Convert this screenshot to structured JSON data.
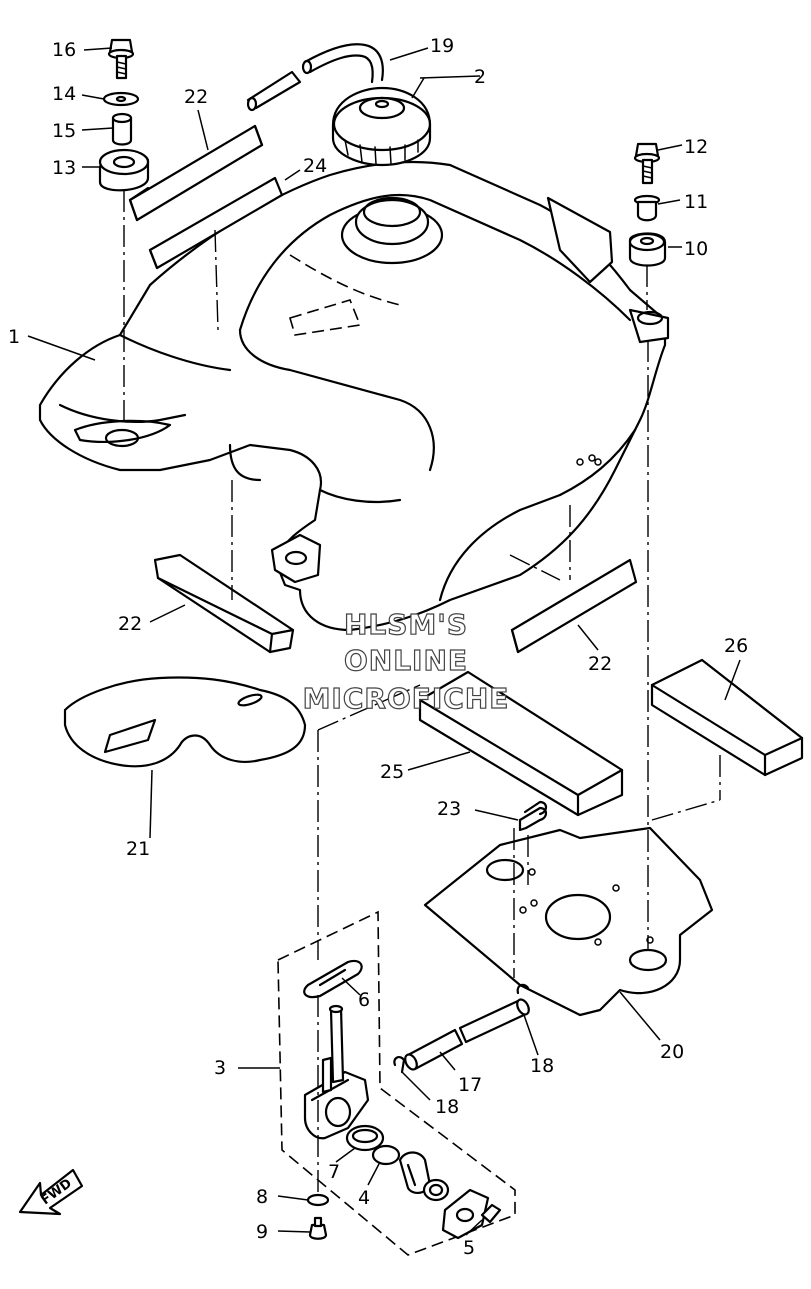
{
  "watermark": {
    "line1": "HLSM'S",
    "line2": "ONLINE",
    "line3": "MICROFICHE"
  },
  "direction_label": "FWD",
  "callouts": {
    "c1": "1",
    "c2": "2",
    "c3": "3",
    "c4": "4",
    "c5": "5",
    "c6": "6",
    "c7": "7",
    "c8": "8",
    "c9": "9",
    "c10": "10",
    "c11": "11",
    "c12": "12",
    "c13": "13",
    "c14": "14",
    "c15": "15",
    "c16": "16",
    "c17": "17",
    "c18a": "18",
    "c18b": "18",
    "c19": "19",
    "c20": "20",
    "c21": "21",
    "c22a": "22",
    "c22b": "22",
    "c22c": "22",
    "c23": "23",
    "c24": "24",
    "c25": "25",
    "c26": "26"
  }
}
